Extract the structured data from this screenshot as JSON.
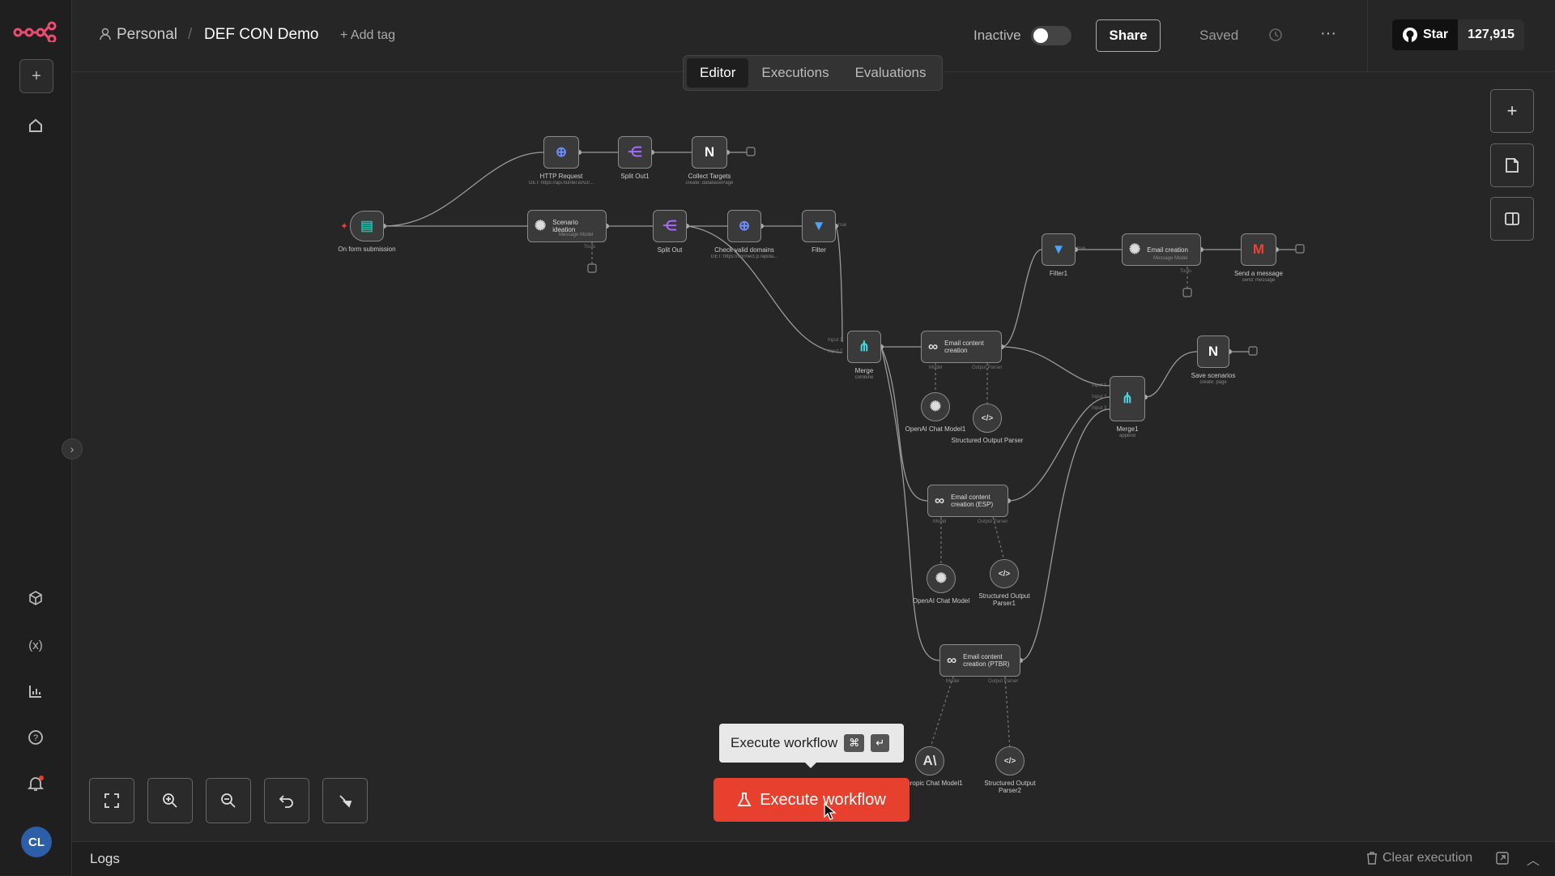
{
  "header": {
    "project": "Personal",
    "separator": "/",
    "workflow_name": "DEF CON Demo",
    "add_tag": "+ Add tag",
    "status": "Inactive",
    "share": "Share",
    "saved": "Saved",
    "more": "···",
    "github_star": "Star",
    "github_count": "127,915"
  },
  "tabs": [
    "Editor",
    "Executions",
    "Evaluations"
  ],
  "sidebar": {
    "avatar_initials": "CL"
  },
  "nodes": [
    {
      "label": "On form submission",
      "sub": ""
    },
    {
      "label": "HTTP Request",
      "sub": "GET: https://api.hunter.io/v2/..."
    },
    {
      "label": "Split Out1",
      "sub": ""
    },
    {
      "label": "Collect Targets",
      "sub": "create: databasePage"
    },
    {
      "label": "Scenario ideation",
      "sub": "Message Model"
    },
    {
      "label": "Split Out",
      "sub": ""
    },
    {
      "label": "Check valid domains",
      "sub": "GET: https://connect.p.rapida..."
    },
    {
      "label": "Filter",
      "sub": ""
    },
    {
      "label": "Filter1",
      "sub": ""
    },
    {
      "label": "Email creation",
      "sub": "Message Model"
    },
    {
      "label": "Send a message",
      "sub": "send: message"
    },
    {
      "label": "Merge",
      "sub": "combine"
    },
    {
      "label": "Email content creation",
      "sub": ""
    },
    {
      "label": "OpenAI Chat Model1",
      "sub": ""
    },
    {
      "label": "Structured Output Parser",
      "sub": ""
    },
    {
      "label": "Merge1",
      "sub": "append"
    },
    {
      "label": "Save scenarios",
      "sub": "create: page"
    },
    {
      "label": "Email content creation (ESP)",
      "sub": ""
    },
    {
      "label": "OpenAI Chat Model",
      "sub": ""
    },
    {
      "label": "Structured Output Parser1",
      "sub": ""
    },
    {
      "label": "Email content creation (PTBR)",
      "sub": ""
    },
    {
      "label": "Anthropic Chat Model1",
      "sub": ""
    },
    {
      "label": "Structured Output Parser2",
      "sub": ""
    }
  ],
  "ports": {
    "tools": "Tools",
    "model": "Model",
    "output_parser": "Output Parser",
    "input1": "Input 1",
    "input2": "Input 2",
    "input3": "Input 3",
    "true": "true"
  },
  "execute": {
    "tooltip": "Execute workflow",
    "key1": "⌘",
    "key2": "↵",
    "button": "Execute workflow"
  },
  "logs": {
    "title": "Logs",
    "clear": "Clear execution"
  },
  "colors": {
    "accent": "#e8402e",
    "canvas": "#262626",
    "node_bg": "#3a3a3a",
    "toggle_off": "#444444"
  }
}
